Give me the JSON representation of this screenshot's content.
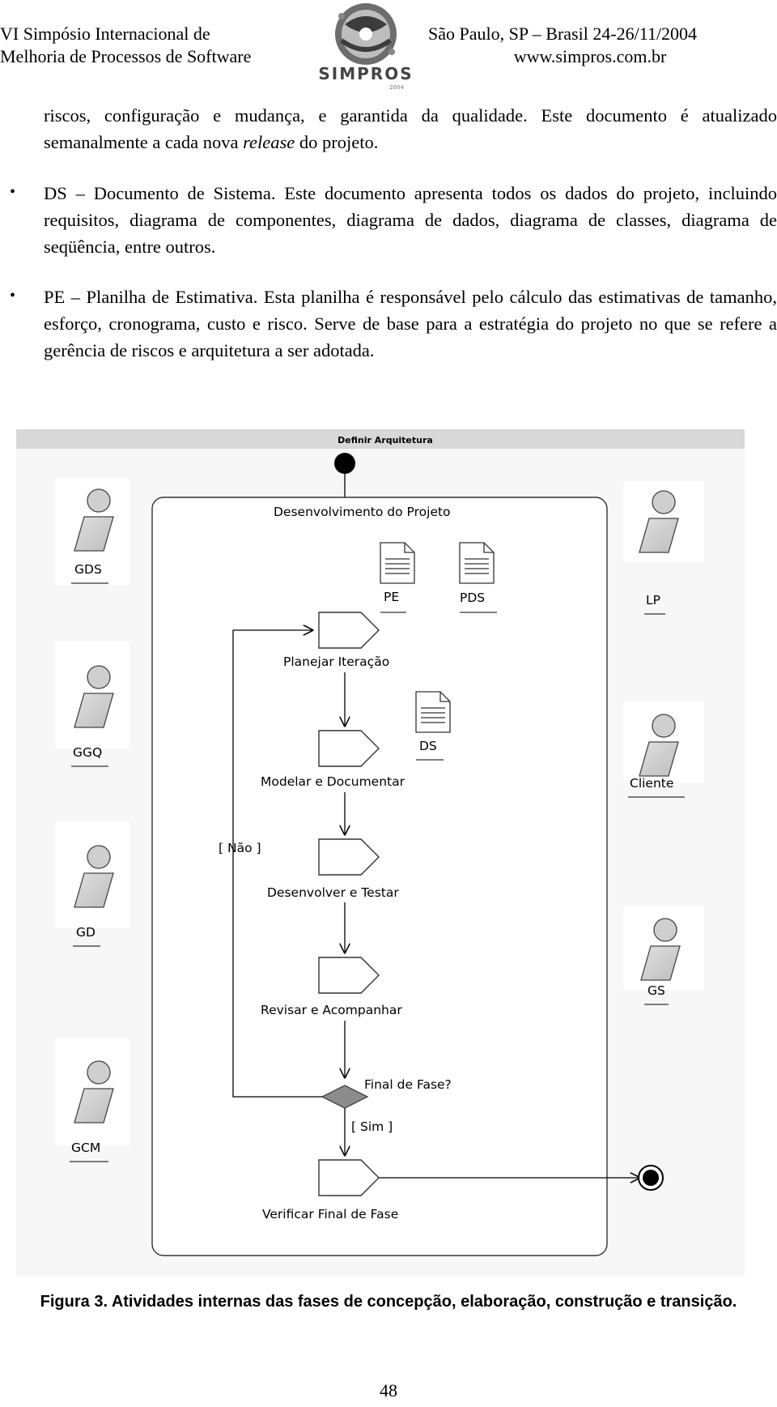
{
  "header": {
    "left_line1": "VI Simpósio Internacional de",
    "left_line2": "Melhoria de Processos de Software",
    "right_line1": "São Paulo, SP – Brasil  24-26/11/2004",
    "right_line2": "www.simpros.com.br",
    "logo_text": "SIMPROS",
    "logo_subtext": "2004"
  },
  "body": {
    "intro_text_1": "riscos, configuração e mudança, e garantida da qualidade. Este documento é atualizado semanalmente a cada nova ",
    "intro_italic": "release",
    "intro_text_2": " do projeto.",
    "bullets": [
      {
        "text": "DS – Documento de Sistema. Este documento apresenta todos os dados do projeto, incluindo requisitos, diagrama de componentes, diagrama de dados, diagrama de classes, diagrama de seqüência, entre outros."
      },
      {
        "text": "PE – Planilha de Estimativa. Esta planilha é responsável pelo cálculo das estimativas de tamanho, esforço, cronograma, custo e risco. Serve de base para a estratégia do projeto no que se refere a gerência de riscos e arquitetura a ser adotada."
      }
    ]
  },
  "diagram": {
    "title": "Definir Arquitetura",
    "container_label": "Desenvolvimento do Projeto",
    "documents": [
      "PE",
      "PDS",
      "DS"
    ],
    "activities": [
      "Planejar Iteração",
      "Modelar e Documentar",
      "Desenvolver e Testar",
      "Revisar e Acompanhar",
      "Verificar Final de Fase"
    ],
    "decision": "Final de Fase?",
    "guard_no": "[ Não ]",
    "guard_yes": "[ Sim ]",
    "actors_left": [
      "GDS",
      "GGQ",
      "GD",
      "GCM"
    ],
    "actors_right": [
      "LP",
      "Cliente",
      "GS"
    ]
  },
  "caption": "Figura 3. Atividades internas das fases de concepção, elaboração, construção e transição.",
  "page_number": "48"
}
